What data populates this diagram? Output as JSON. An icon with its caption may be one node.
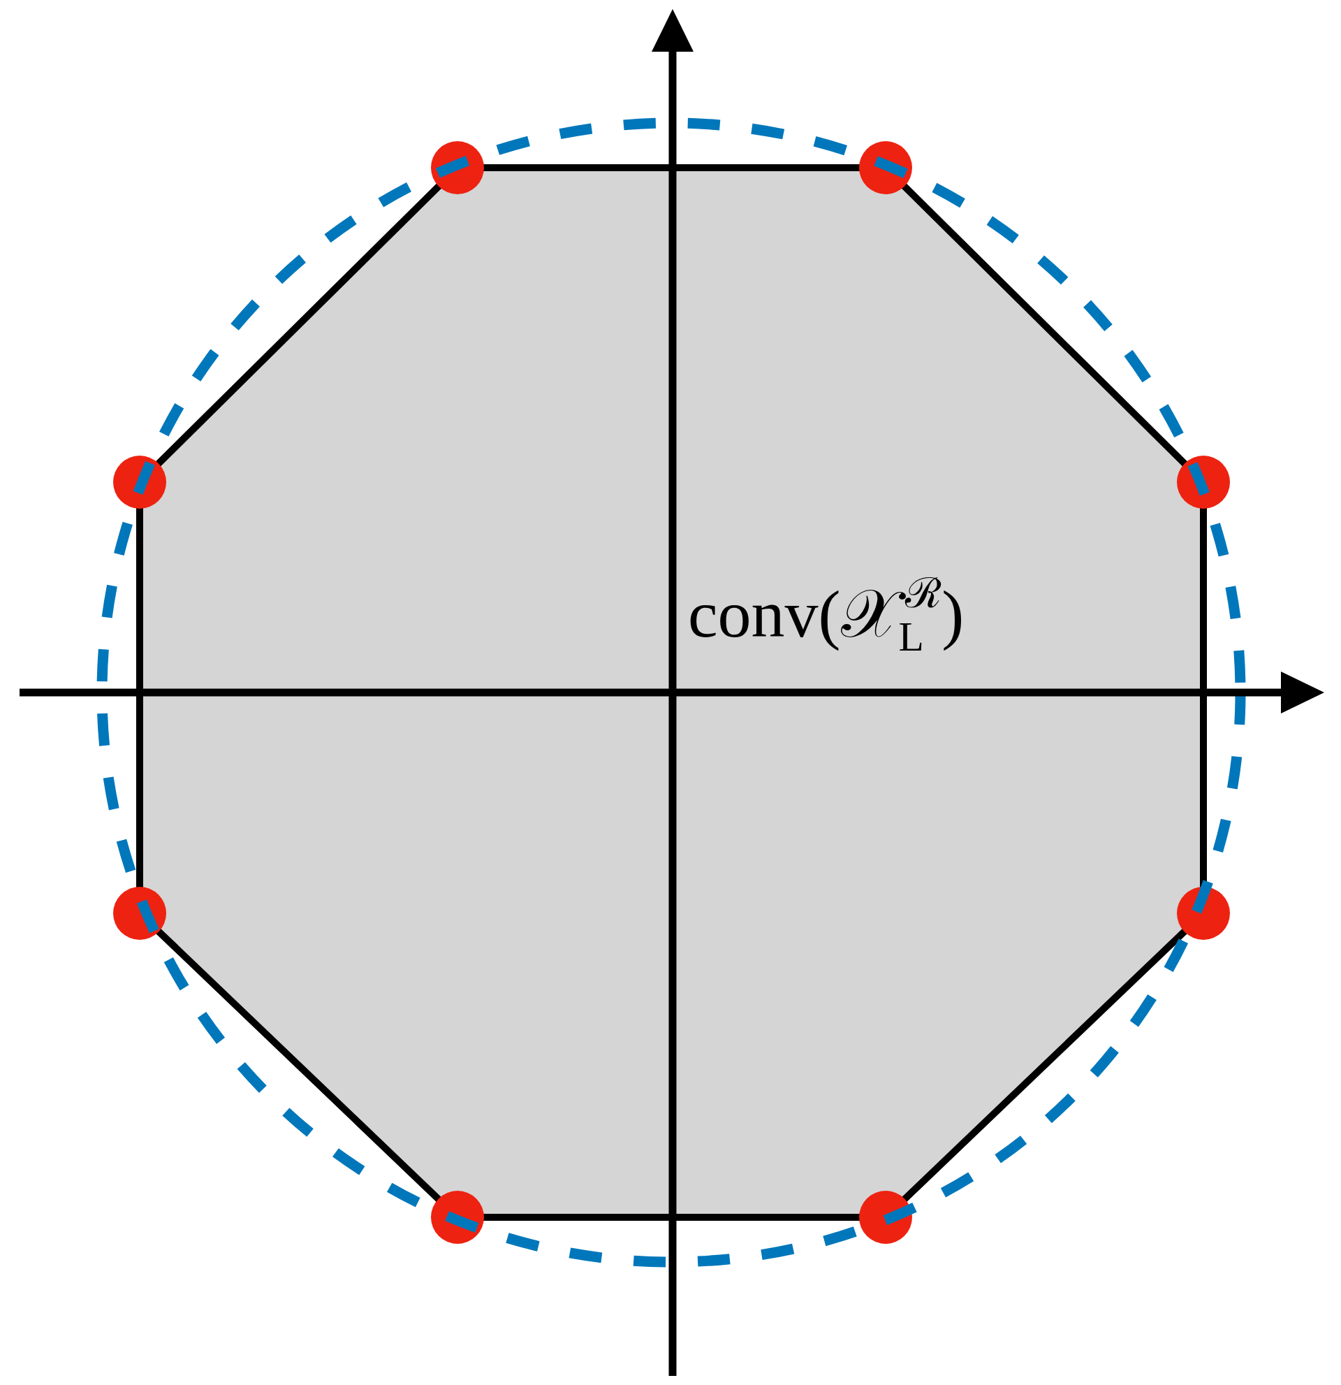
{
  "diagram": {
    "nodes": [
      {
        "text": [
          "conv(𝒳$_{L}$$^{ℛ}$)"
        ]
      },
      {
        "text": [],
        "shape": "circle"
      },
      {
        "text": [],
        "shape": "circle"
      },
      {
        "text": [],
        "shape": "circle"
      },
      {
        "text": [],
        "shape": "circle"
      },
      {
        "text": [],
        "shape": "circle"
      },
      {
        "text": [],
        "shape": "circle"
      },
      {
        "text": [],
        "shape": "circle"
      },
      {
        "text": [],
        "shape": "circle"
      }
    ]
  }
}
